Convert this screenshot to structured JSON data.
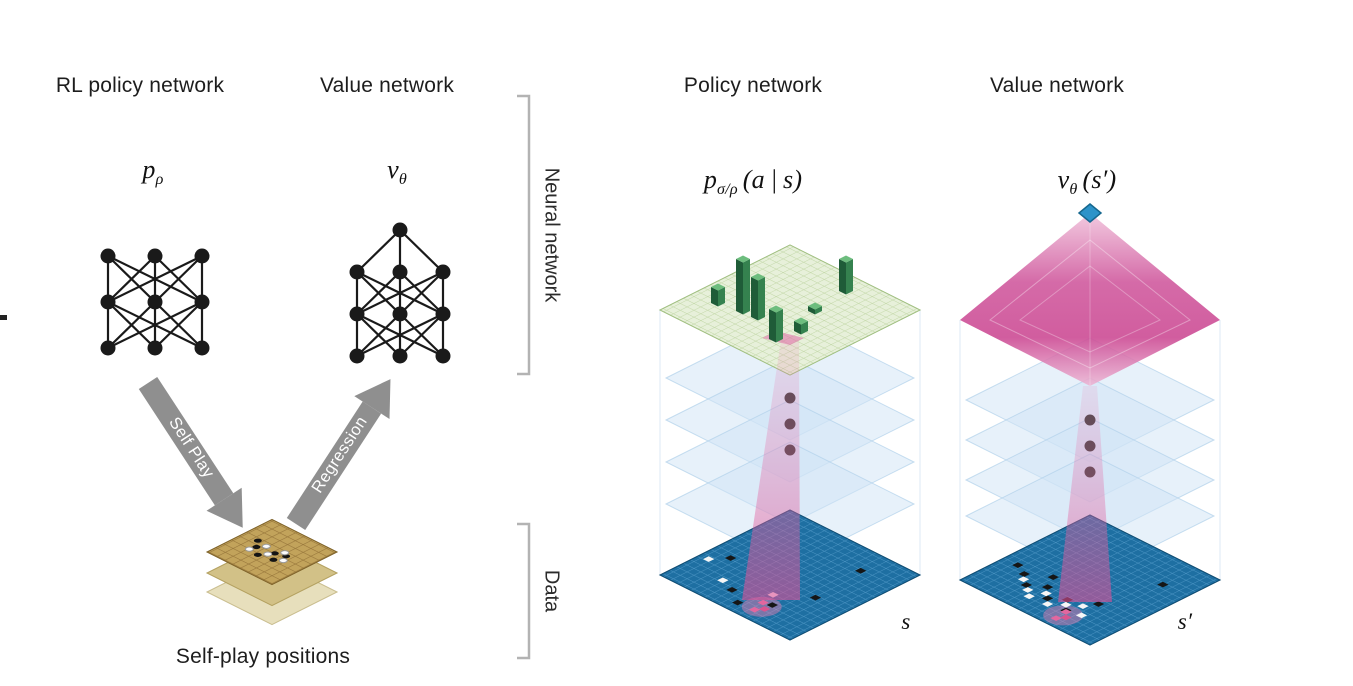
{
  "left_panel": {
    "rl_policy_title": "RL policy network",
    "value_title": "Value network",
    "policy_symbol": {
      "base": "p",
      "sub": "ρ"
    },
    "value_symbol": {
      "base": "ν",
      "sub": "θ"
    },
    "self_play_arrow": "Self Play",
    "regression_arrow": "Regression",
    "positions_caption": "Self-play positions"
  },
  "brackets": {
    "neural_network": "Neural network",
    "data": "Data"
  },
  "right_panel": {
    "policy_title": "Policy network",
    "value_title": "Value network",
    "policy_formula": {
      "base": "p",
      "sub": "σ/ρ",
      "args": "(a | s)"
    },
    "value_formula": {
      "base": "ν",
      "sub": "θ",
      "args": "(s′)"
    },
    "state_label": "s",
    "next_state_label": "s′"
  },
  "colors": {
    "network_black": "#1a1a1a",
    "arrow_gray": "#8f8f8f",
    "bracket_gray": "#b3b3b3",
    "board_tan": "#c2a35b",
    "layer_green": "#e7f0da",
    "bar_green_dark": "#1f5c38",
    "layer_blue_translucent": "#cfe4f5",
    "board_blue": "#1e6fa2",
    "beam_pink": "#e0559a",
    "pyramid_pink": "#cc4b94",
    "apex_blue": "#2d93c9"
  }
}
